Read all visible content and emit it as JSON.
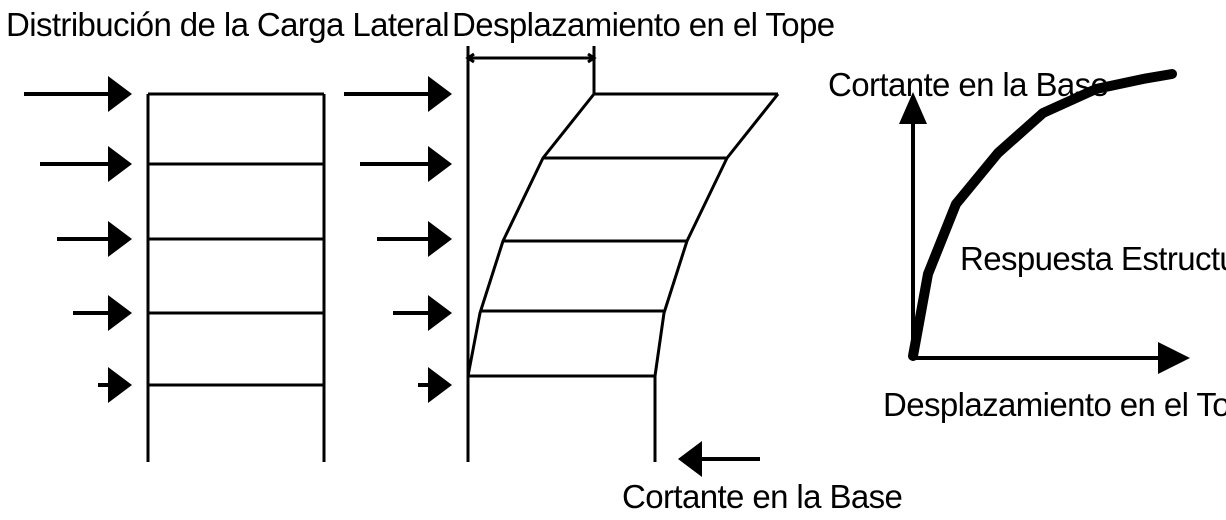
{
  "labels": {
    "lateral_load_distribution": "Distribución de la Carga Lateral",
    "top_displacement_frame": "Desplazamiento en el Tope",
    "base_shear_frame": "Cortante en la Base",
    "base_shear_axis": "Cortante en la Base",
    "structural_response": "Respuesta Estructural",
    "top_displacement_axis": "Desplazamiento en el Tope"
  }
}
